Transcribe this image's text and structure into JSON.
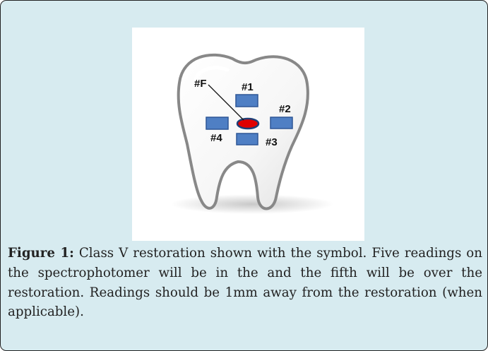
{
  "figure": {
    "label": "Figure 1:",
    "caption_lines": [
      " Class V restoration shown with the symbol.  Five",
      "readings on the spectrophotomer will be in the and the",
      "fifth will be over the restoration.  Readings should be 1mm",
      "away from the restoration (when applicable)."
    ]
  },
  "diagram": {
    "labels": {
      "f": "#F",
      "one": "#1",
      "two": "#2",
      "three": "#3",
      "four": "#4"
    },
    "colors": {
      "box_fill": "#4f7fc4",
      "box_stroke": "#2e5796",
      "restoration_fill": "#e00000",
      "restoration_stroke": "#1e3f77",
      "background": "#d7ebf0"
    }
  }
}
